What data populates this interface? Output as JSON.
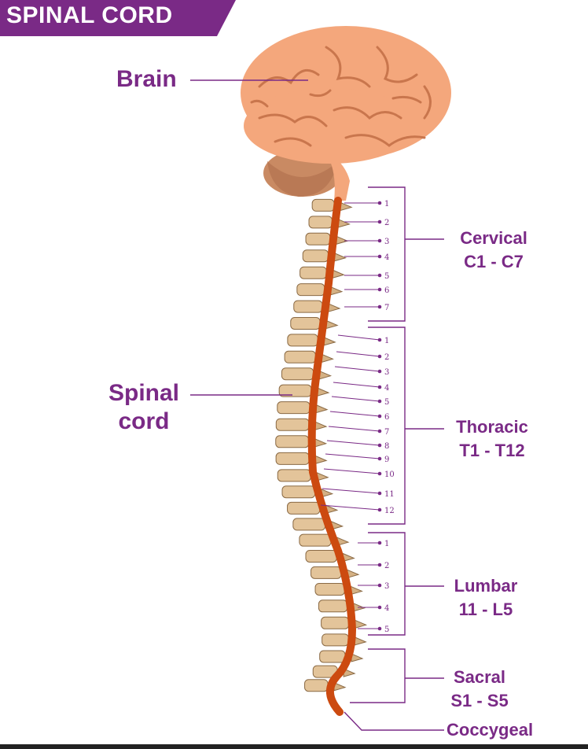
{
  "title": "SPINAL CORD",
  "colors": {
    "accent": "#7a2a86",
    "cord": "#cc4a10",
    "brain": "#f4a77c",
    "bone": "#e3c49a"
  },
  "labels": {
    "brain": "Brain",
    "spinal_cord_line1": "Spinal",
    "spinal_cord_line2": "cord",
    "coccygeal": "Coccygeal"
  },
  "regions": [
    {
      "name": "Cervical",
      "range": "C1 - C7",
      "ticks": [
        "1",
        "2",
        "3",
        "4",
        "5",
        "6",
        "7"
      ]
    },
    {
      "name": "Thoracic",
      "range": "T1 - T12",
      "ticks": [
        "1",
        "2",
        "3",
        "4",
        "5",
        "6",
        "7",
        "8",
        "9",
        "10",
        "11",
        "12"
      ]
    },
    {
      "name": "Lumbar",
      "range": "11 - L5",
      "ticks": [
        "1",
        "2",
        "3",
        "4",
        "5"
      ]
    },
    {
      "name": "Sacral",
      "range": "S1 - S5",
      "ticks": []
    }
  ]
}
